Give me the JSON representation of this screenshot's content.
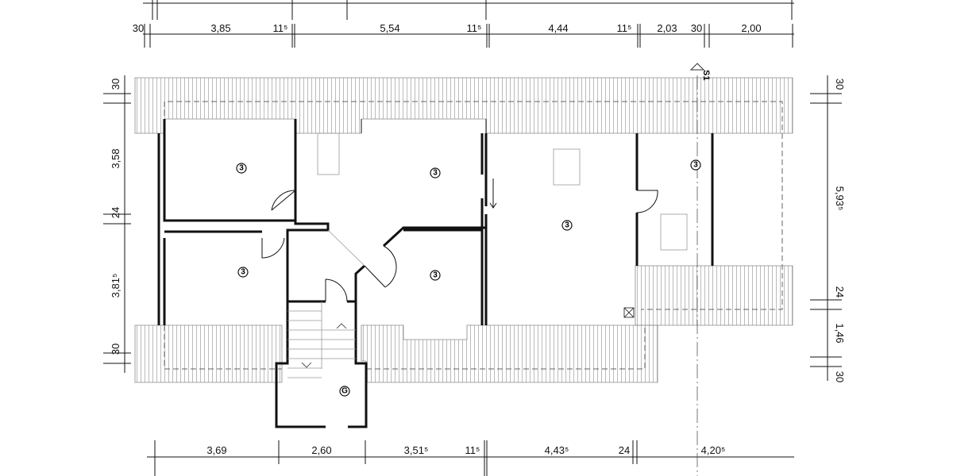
{
  "top_dimensions": [
    "30",
    "3,85",
    "11⁵",
    "5,54",
    "11⁵",
    "4,44",
    "11⁵",
    "2,03",
    "30",
    "2,00"
  ],
  "bottom_dimensions": [
    "3,69",
    "2,60",
    "3,51⁵",
    "11⁵",
    "4,43⁵",
    "24",
    "4,20⁵"
  ],
  "left_dimensions": [
    "30",
    "3,58",
    "24",
    "3,81⁵",
    "30"
  ],
  "right_dimensions": [
    "30",
    "5,93⁵",
    "24",
    "1,46",
    "30"
  ],
  "room_tags": [
    "3",
    "3",
    "3",
    "3",
    "3",
    "3"
  ],
  "stair_tag": "G",
  "section_marker": "S1"
}
